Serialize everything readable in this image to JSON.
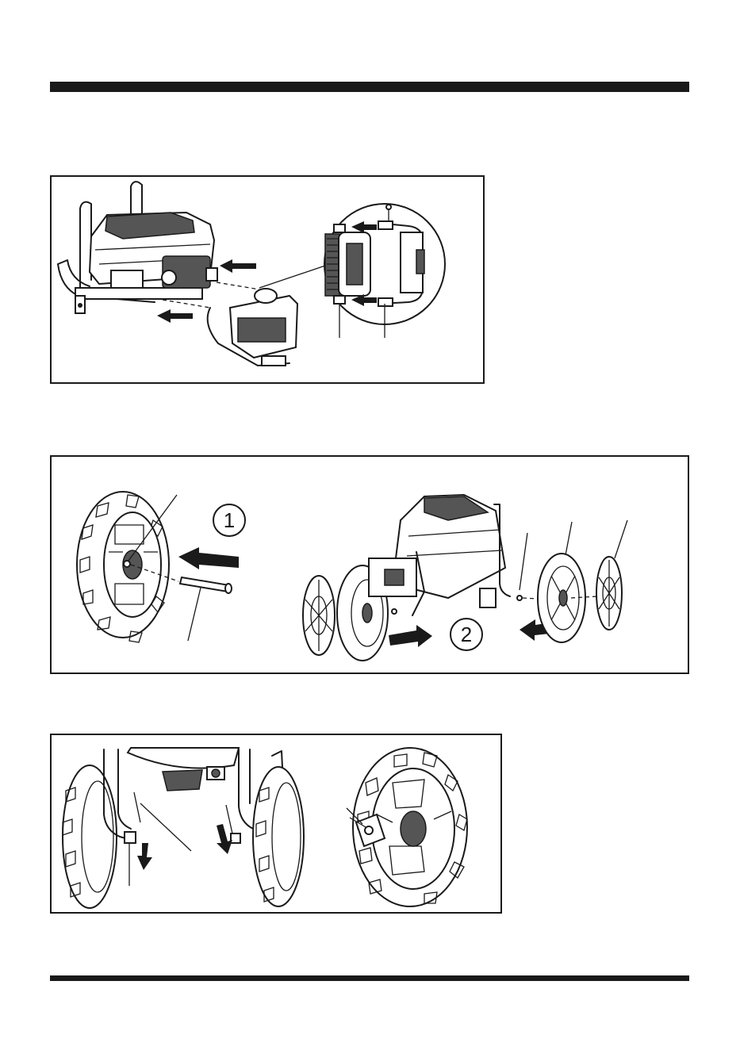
{
  "page": {
    "step_markers": [
      {
        "id": "step-1",
        "label": "1"
      },
      {
        "id": "step-2",
        "label": "2"
      }
    ]
  },
  "colors": {
    "ink": "#1a1a1a",
    "paper": "#ffffff"
  },
  "figures": [
    {
      "id": "figure-frame-mount",
      "icon": "pressure-washer-frame-assembly-illustration"
    },
    {
      "id": "figure-wheel-install",
      "icon": "wheel-axle-assembly-illustration"
    },
    {
      "id": "figure-cotter-pin",
      "icon": "cotter-pin-wheel-illustration"
    }
  ]
}
